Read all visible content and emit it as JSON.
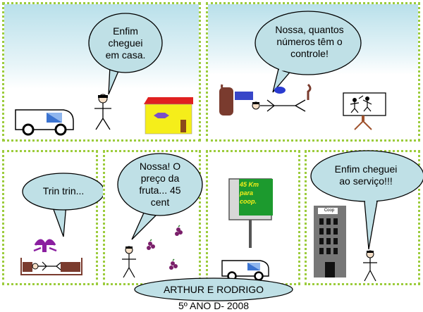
{
  "panel1": {
    "speech": [
      "Enfim",
      "cheguei",
      "em casa."
    ]
  },
  "panel2": {
    "speech": [
      "Nossa, quantos",
      "números têm o",
      "controle!"
    ]
  },
  "panel3": {
    "speech": [
      "Trin trin..."
    ]
  },
  "panel4": {
    "speech": [
      "Nossa! O",
      "preço da",
      "fruta... 45",
      "cent"
    ]
  },
  "panel5": {
    "sign": [
      "45 Km",
      "para",
      "coop."
    ]
  },
  "panel6": {
    "speech": [
      "Enfim cheguei",
      "ao serviço!!!"
    ],
    "building_label": "Coop"
  },
  "footer": {
    "authors": "ARTHUR E RODRIGO",
    "class_year": "5º ANO D- 2008"
  }
}
